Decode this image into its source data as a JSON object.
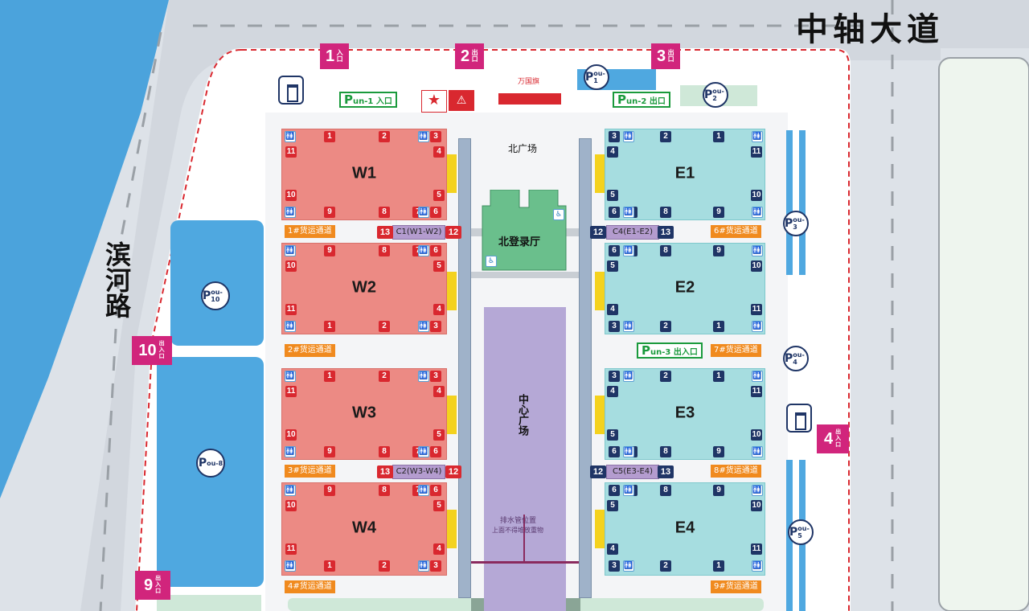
{
  "roads": {
    "north": "中轴大道",
    "west": "滨河路"
  },
  "gates": [
    {
      "id": "gate-1",
      "number": "1",
      "type": "入口"
    },
    {
      "id": "gate-2",
      "number": "2",
      "type": "出口"
    },
    {
      "id": "gate-3",
      "number": "3",
      "type": "出口"
    },
    {
      "id": "gate-4",
      "number": "4",
      "type": "出入口"
    },
    {
      "id": "gate-9",
      "number": "9",
      "type": "出入口"
    },
    {
      "id": "gate-10",
      "number": "10",
      "type": "出入口"
    }
  ],
  "parking": {
    "pou": [
      "ou-1",
      "ou-2",
      "ou-3",
      "ou-4",
      "ou-5",
      "ou-8",
      "ou-10"
    ],
    "pun": [
      {
        "id": "un-1",
        "label": "un-1",
        "suffix": "入口"
      },
      {
        "id": "un-2",
        "label": "un-2",
        "suffix": "出口"
      },
      {
        "id": "un-3",
        "label": "un-3",
        "suffix": "出入口"
      }
    ],
    "p_letter": "P"
  },
  "landmarks": {
    "flag": "万国旗",
    "north_plaza": "北广场",
    "north_hall": "北登录厅",
    "center_plaza": "中心广场",
    "drain_note_1": "排水管位置",
    "drain_note_2": "上面不得堆放重物"
  },
  "halls": {
    "W1": "W1",
    "W2": "W2",
    "W3": "W3",
    "W4": "W4",
    "E1": "E1",
    "E2": "E2",
    "E3": "E3",
    "E4": "E4"
  },
  "corridors": {
    "C1": "C1(W1-W2)",
    "C2": "C2(W3-W4)",
    "C4": "C4(E1-E2)",
    "C5": "C5(E3-E4)"
  },
  "freight": {
    "f1": "1#货运通道",
    "f2": "2#货运通道",
    "f3": "3#货运通道",
    "f4": "4#货运通道",
    "f6": "6#货运通道",
    "f7": "7#货运通道",
    "f8": "8#货运通道",
    "f9": "9#货运通道"
  },
  "door_numbers": {
    "n1": "1",
    "n2": "2",
    "n3": "3",
    "n4": "4",
    "n5": "5",
    "n6": "6",
    "n7": "7",
    "n8": "8",
    "n9": "9",
    "n10": "10",
    "n11": "11",
    "n12": "12",
    "n13": "13"
  },
  "colors": {
    "west_hall": "#ec8a84",
    "east_hall": "#a6dde0",
    "gate": "#d1257c",
    "parking_lot": "#4fa8e0",
    "plaza": "#b5a8d6",
    "freight": "#f08a1e",
    "registration_hall": "#6abf8c"
  }
}
